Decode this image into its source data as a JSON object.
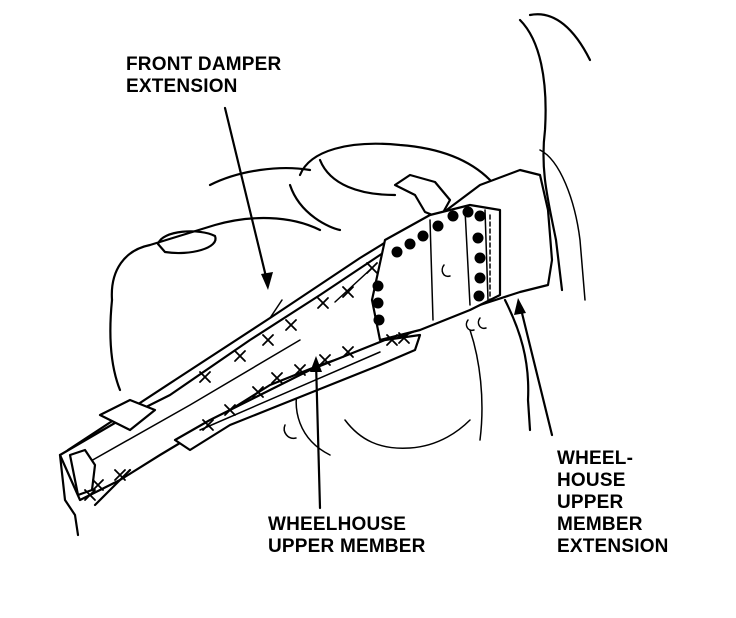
{
  "labels": {
    "front_damper_extension": "FRONT DAMPER\nEXTENSION",
    "wheelhouse_upper_member": "WHEELHOUSE\nUPPER MEMBER",
    "wheelhouse_upper_member_extension": "WHEEL-\nHOUSE\nUPPER\nMEMBER\nEXTENSION"
  },
  "colors": {
    "ink": "#000000",
    "paper": "#ffffff"
  }
}
